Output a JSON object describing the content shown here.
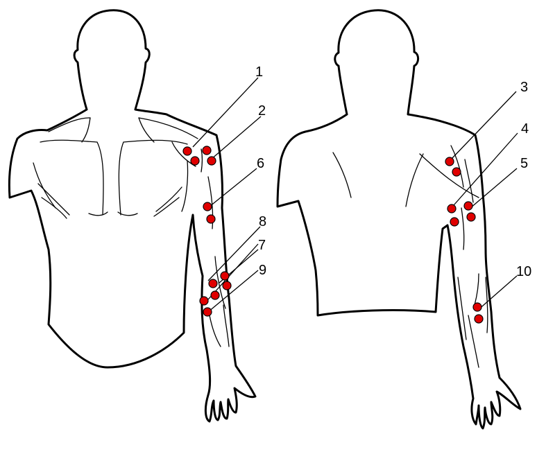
{
  "colors": {
    "electrode": "#e00000",
    "outline": "#000000",
    "background": "#ffffff"
  },
  "labels": {
    "l1": "1",
    "l2": "2",
    "l3": "3",
    "l4": "4",
    "l5": "5",
    "l6": "6",
    "l7": "7",
    "l8": "8",
    "l9": "9",
    "l10": "10"
  }
}
